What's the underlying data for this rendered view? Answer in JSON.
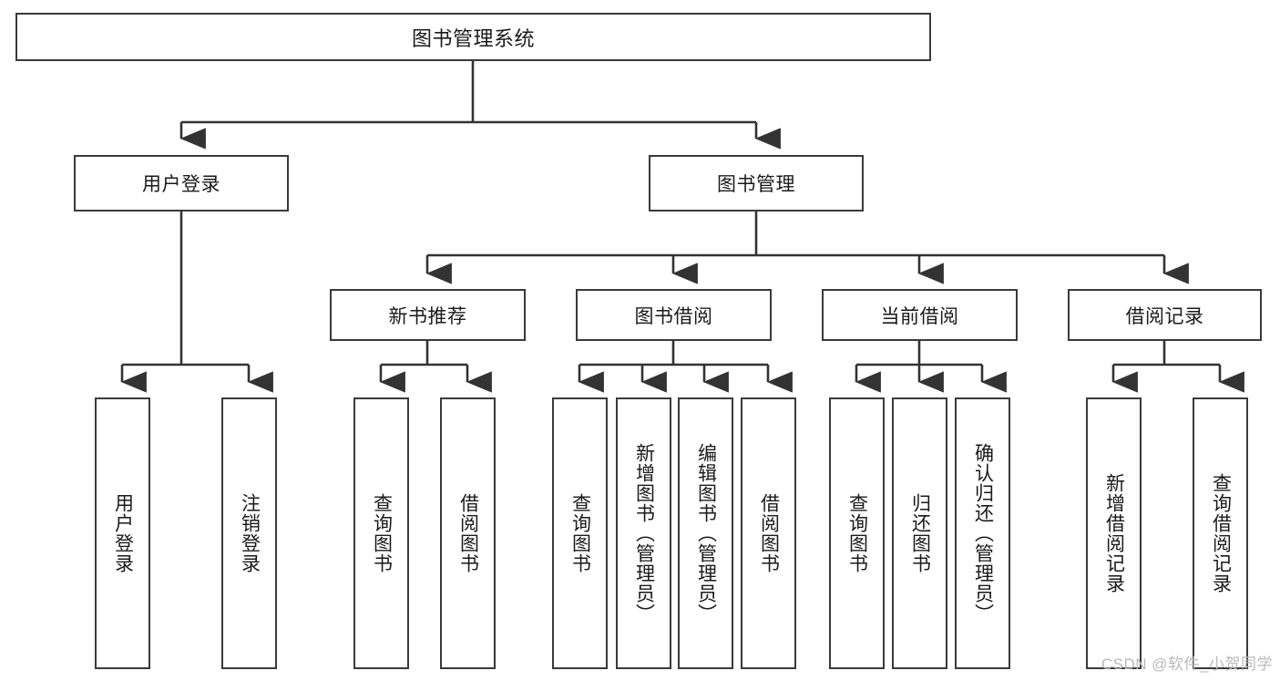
{
  "diagram": {
    "type": "tree-hierarchy",
    "title": "图书管理系统",
    "watermark": "CSDN @软件_小贺同学",
    "colors": {
      "box_stroke": "#3a3a3a",
      "box_fill": "#ffffff",
      "edge": "#333333",
      "text": "#1a1a1a",
      "watermark": "#b9b9b9"
    },
    "levels": {
      "root": {
        "label": "图书管理系统"
      },
      "level2": [
        {
          "label": "用户登录"
        },
        {
          "label": "图书管理"
        }
      ],
      "level3": [
        {
          "label": "新书推荐"
        },
        {
          "label": "图书借阅"
        },
        {
          "label": "当前借阅"
        },
        {
          "label": "借阅记录"
        }
      ],
      "leaves": [
        {
          "label": "用户登录",
          "parent": "用户登录"
        },
        {
          "label": "注销登录",
          "parent": "用户登录"
        },
        {
          "label": "查询图书",
          "parent": "新书推荐"
        },
        {
          "label": "借阅图书",
          "parent": "新书推荐"
        },
        {
          "label": "查询图书",
          "parent": "图书借阅"
        },
        {
          "label": "新增图书（管理员）",
          "parent": "图书借阅"
        },
        {
          "label": "编辑图书（管理员）",
          "parent": "图书借阅"
        },
        {
          "label": "借阅图书",
          "parent": "图书借阅"
        },
        {
          "label": "查询图书",
          "parent": "当前借阅"
        },
        {
          "label": "归还图书",
          "parent": "当前借阅"
        },
        {
          "label": "确认归还（管理员）",
          "parent": "当前借阅"
        },
        {
          "label": "新增借阅记录",
          "parent": "借阅记录"
        },
        {
          "label": "查询借阅记录",
          "parent": "借阅记录"
        }
      ]
    }
  }
}
